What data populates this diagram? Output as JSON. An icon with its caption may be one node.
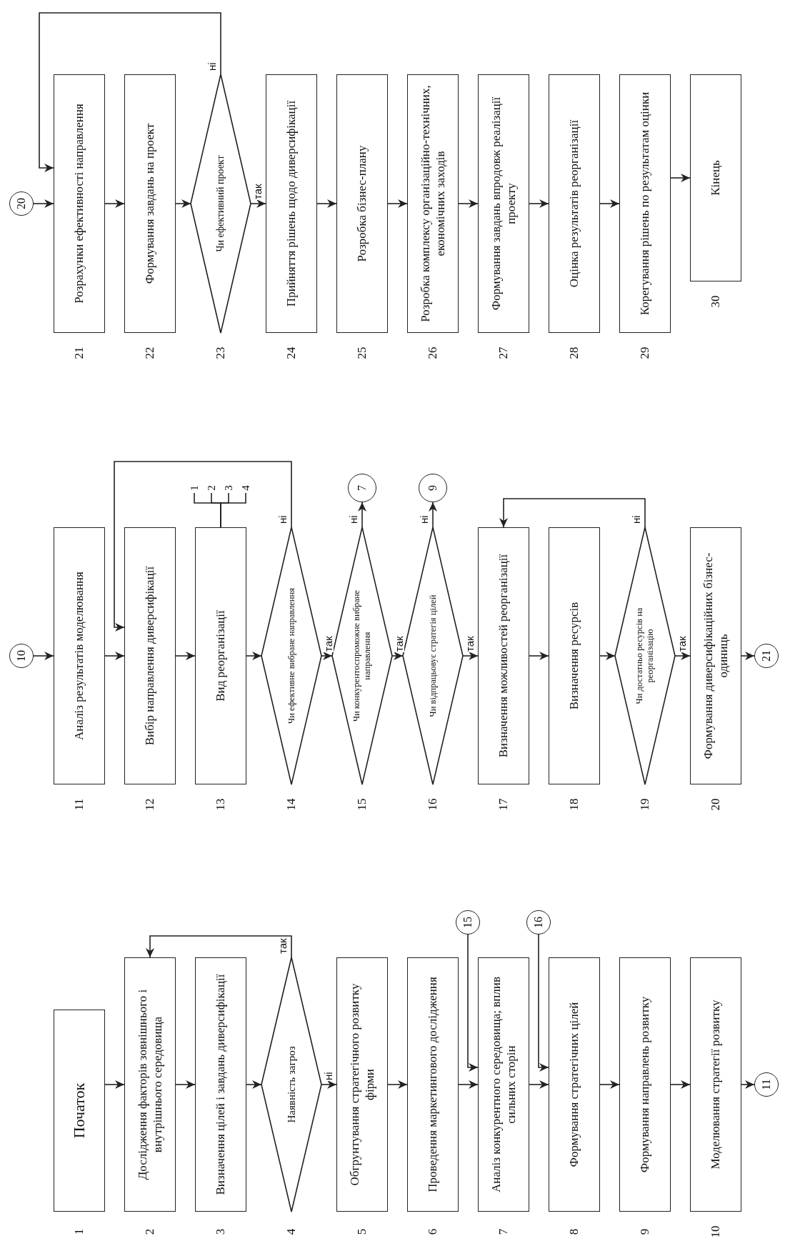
{
  "diagram": {
    "nodes": [
      {
        "text": [
          "Початок"
        ],
        "beside": [
          "1"
        ]
      },
      {
        "text": [
          "Дослідження факторів зовнішнього і внутрішнього середовища"
        ],
        "beside": [
          "2"
        ]
      },
      {
        "text": [
          "Визначення цілей і завдань диверсифікації"
        ],
        "beside": [
          "3"
        ]
      },
      {
        "text": [
          "Наявність загроз"
        ],
        "beside": [
          "4"
        ]
      },
      {
        "text": [
          "Обгрунтування стратегічного розвитку фірми"
        ],
        "beside": [
          "5"
        ]
      },
      {
        "text": [
          "Проведення маркетингового дослідження"
        ],
        "beside": [
          "6"
        ]
      },
      {
        "text": [
          "Аналіз конкурентного середовища; вплив сильних сторін"
        ],
        "beside": [
          "7"
        ]
      },
      {
        "text": [
          "Формування стратегічних цілей"
        ],
        "beside": [
          "8"
        ]
      },
      {
        "text": [
          "Формування направлень розвитку"
        ],
        "beside": [
          "9"
        ]
      },
      {
        "text": [
          "Моделювання стратегії розвитку"
        ],
        "beside": [
          "10"
        ]
      },
      {
        "text": [
          "11"
        ]
      },
      {
        "text": [
          "15"
        ]
      },
      {
        "text": [
          "16"
        ]
      },
      {
        "text": [
          "10"
        ]
      },
      {
        "text": [
          "Аналіз результатів моделювання"
        ],
        "beside": [
          "11"
        ]
      },
      {
        "text": [
          "Вибір направлення диверсифікації"
        ],
        "beside": [
          "12"
        ]
      },
      {
        "text": [
          "Вид реорганізації"
        ],
        "beside": [
          "13"
        ]
      },
      {
        "text": [
          "1"
        ]
      },
      {
        "text": [
          "2"
        ]
      },
      {
        "text": [
          "3"
        ]
      },
      {
        "text": [
          "4"
        ]
      },
      {
        "text": [
          "Чи ефективне вибране направлення"
        ],
        "beside": [
          "14"
        ]
      },
      {
        "text": [
          "Чи конкурентоспроможне вибране направлення"
        ],
        "beside": [
          "15"
        ]
      },
      {
        "text": [
          "7"
        ]
      },
      {
        "text": [
          "Чи відпрацьовує стратегія цілей"
        ],
        "beside": [
          "16"
        ]
      },
      {
        "text": [
          "9"
        ]
      },
      {
        "text": [
          "Визначення можливостей реорганізації"
        ],
        "beside": [
          "17"
        ]
      },
      {
        "text": [
          "Визначення ресурсів"
        ],
        "beside": [
          "18"
        ]
      },
      {
        "text": [
          "Чи достатньо ресурсів на реорганізацію"
        ],
        "beside": [
          "19"
        ]
      },
      {
        "text": [
          "Формування диверсифікаційних бізнес-одиниць"
        ],
        "beside": [
          "20"
        ]
      },
      {
        "text": [
          "21"
        ]
      },
      {
        "text": [
          "20"
        ]
      },
      {
        "text": [
          "Розрахунки ефективності направлення"
        ],
        "beside": [
          "21"
        ]
      },
      {
        "text": [
          "Формування завдань на проект"
        ],
        "beside": [
          "22"
        ]
      },
      {
        "text": [
          "Чи ефективний проект"
        ],
        "beside": [
          "23"
        ]
      },
      {
        "text": [
          "Прийняття рішень щодо диверсифікації"
        ],
        "beside": [
          "24"
        ]
      },
      {
        "text": [
          "Розробка бізнес-плану"
        ],
        "beside": [
          "25"
        ]
      },
      {
        "text": [
          "Розробка комплексу організаційно-технічних, економічних заходів"
        ],
        "beside": [
          "26"
        ]
      },
      {
        "text": [
          "Формування завдань впродовж реалізації проекту"
        ],
        "beside": [
          "27"
        ]
      },
      {
        "text": [
          "Оцінка результатів реорганізації"
        ],
        "beside": [
          "28"
        ]
      },
      {
        "text": [
          "Корегування рішень по результатам оцінки"
        ],
        "beside": [
          "29"
        ]
      },
      {
        "text": [
          "Кінець"
        ],
        "beside": [
          "30"
        ]
      }
    ],
    "edges": [
      {
        "from": 0,
        "to": 1,
        "arrow": "to"
      },
      {
        "from": 1,
        "to": 2,
        "arrow": "to"
      },
      {
        "from": 2,
        "to": 3,
        "arrow": "to"
      },
      {
        "from": 3,
        "to": 4,
        "arrow": "to",
        "label": "ні"
      },
      {
        "from": 3,
        "to": 1,
        "arrow": "to",
        "label": "так"
      },
      {
        "from": 4,
        "to": 5,
        "arrow": "to"
      },
      {
        "from": 5,
        "to": 6,
        "arrow": "to"
      },
      {
        "from": 11,
        "to": 6,
        "arrow": "to"
      },
      {
        "from": 6,
        "to": 7,
        "arrow": "to"
      },
      {
        "from": 12,
        "to": 7,
        "arrow": "to"
      },
      {
        "from": 7,
        "to": 8,
        "arrow": "to"
      },
      {
        "from": 8,
        "to": 9,
        "arrow": "to"
      },
      {
        "from": 9,
        "to": 10,
        "arrow": "to"
      },
      {
        "from": 13,
        "to": 14,
        "arrow": "to"
      },
      {
        "from": 14,
        "to": 15,
        "arrow": "to"
      },
      {
        "from": 15,
        "to": 16,
        "arrow": "to"
      },
      {
        "from": 16,
        "to": 17,
        "arrow": "none"
      },
      {
        "from": 16,
        "to": 18,
        "arrow": "none"
      },
      {
        "from": 16,
        "to": 19,
        "arrow": "none"
      },
      {
        "from": 16,
        "to": 20,
        "arrow": "none"
      },
      {
        "from": 16,
        "to": 21,
        "arrow": "to"
      },
      {
        "from": 21,
        "to": 22,
        "arrow": "to",
        "label": "так"
      },
      {
        "from": 21,
        "to": 15,
        "arrow": "to",
        "label": "ні"
      },
      {
        "from": 22,
        "to": 24,
        "arrow": "to",
        "label": "так"
      },
      {
        "from": 22,
        "to": 23,
        "arrow": "to",
        "label": "ні"
      },
      {
        "from": 24,
        "to": 26,
        "arrow": "to",
        "label": "так"
      },
      {
        "from": 24,
        "to": 25,
        "arrow": "to",
        "label": "ні"
      },
      {
        "from": 26,
        "to": 27,
        "arrow": "to"
      },
      {
        "from": 27,
        "to": 28,
        "arrow": "to"
      },
      {
        "from": 28,
        "to": 29,
        "arrow": "to",
        "label": "так"
      },
      {
        "from": 28,
        "to": 26,
        "arrow": "to",
        "label": "ні"
      },
      {
        "from": 29,
        "to": 30,
        "arrow": "to"
      },
      {
        "from": 31,
        "to": 32,
        "arrow": "to"
      },
      {
        "from": 32,
        "to": 33,
        "arrow": "to"
      },
      {
        "from": 33,
        "to": 34,
        "arrow": "to"
      },
      {
        "from": 34,
        "to": 35,
        "arrow": "to",
        "label": "так"
      },
      {
        "from": 34,
        "to": 32,
        "arrow": "to",
        "label": "ні"
      },
      {
        "from": 35,
        "to": 36,
        "arrow": "to"
      },
      {
        "from": 36,
        "to": 37,
        "arrow": "to"
      },
      {
        "from": 37,
        "to": 38,
        "arrow": "to"
      },
      {
        "from": 38,
        "to": 39,
        "arrow": "to"
      },
      {
        "from": 39,
        "to": 40,
        "arrow": "to"
      },
      {
        "from": 40,
        "to": 41,
        "arrow": "to"
      }
    ]
  }
}
